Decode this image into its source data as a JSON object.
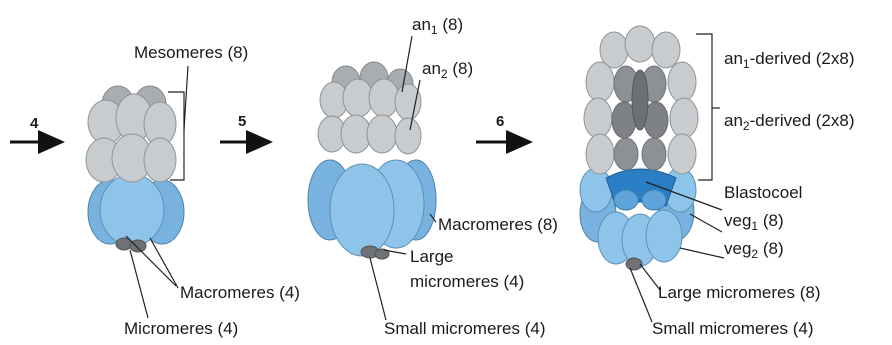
{
  "steps": [
    "4",
    "5",
    "6"
  ],
  "stage1": {
    "mesomeres": "Mesomeres (8)",
    "macromeres": "Macromeres (4)",
    "micromeres": "Micromeres (4)"
  },
  "stage2": {
    "an1": "an",
    "an1_sub": "1",
    "an1_count": " (8)",
    "an2": "an",
    "an2_sub": "2",
    "an2_count": " (8)",
    "macromeres": "Macromeres (8)",
    "large_micromeres_1": "Large",
    "large_micromeres_2": "micromeres (4)",
    "small_micromeres": "Small micromeres (4)"
  },
  "stage3": {
    "an1_derived_a": "an",
    "an1_derived_sub": "1",
    "an1_derived_b": "-derived (2x8)",
    "an2_derived_a": "an",
    "an2_derived_sub": "2",
    "an2_derived_b": "-derived (2x8)",
    "blastocoel": "Blastocoel",
    "veg1_a": "veg",
    "veg1_sub": "1",
    "veg1_b": "  (8)",
    "veg2_a": "veg",
    "veg2_sub": "2",
    "veg2_b": "  (8)",
    "large_micromeres": "Large micromeres (8)",
    "small_micromeres": "Small micromeres (4)"
  },
  "colors": {
    "animal": "#c9cccf",
    "vegetal": "#8fc4ea",
    "micromere": "#6e7276",
    "blastocoel": "#2a7fc4"
  }
}
